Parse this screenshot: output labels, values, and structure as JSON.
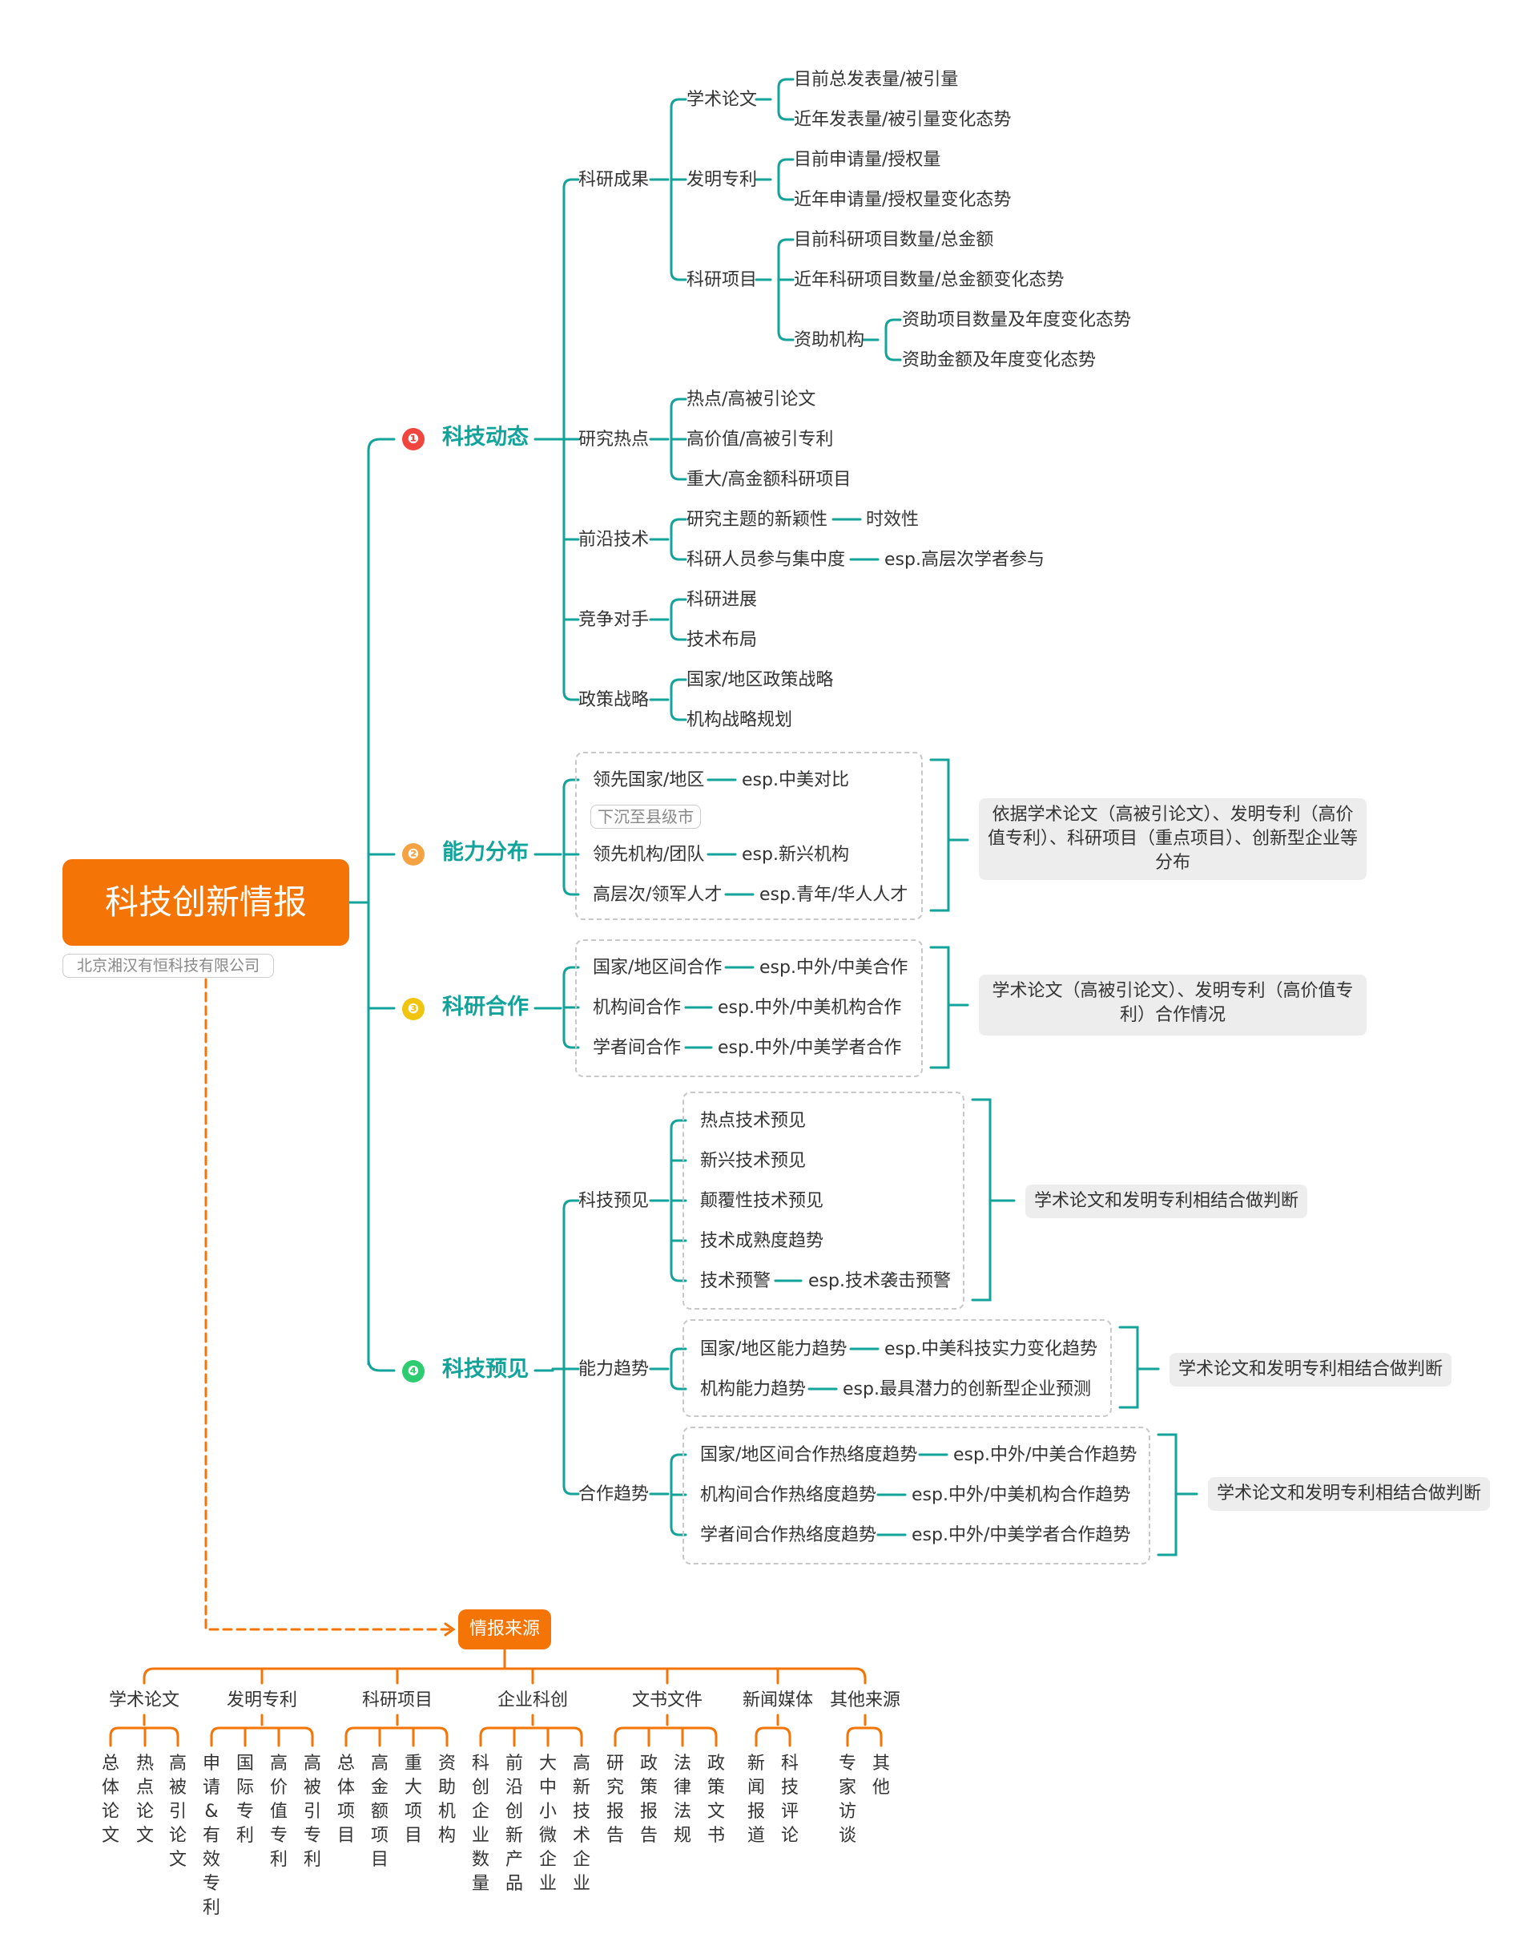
{
  "root": {
    "title": "科技创新情报",
    "company": "北京湘汉有恒科技有限公司"
  },
  "branches": {
    "tech_dynamics": {
      "number": "❶",
      "title": "科技动态",
      "research_results": {
        "label": "科研成果",
        "papers": {
          "label": "学术论文",
          "items": [
            "目前总发表量/被引量",
            "近年发表量/被引量变化态势"
          ]
        },
        "patents": {
          "label": "发明专利",
          "items": [
            "目前申请量/授权量",
            "近年申请量/授权量变化态势"
          ]
        },
        "projects": {
          "label": "科研项目",
          "items": [
            "目前科研项目数量/总金额",
            "近年科研项目数量/总金额变化态势"
          ],
          "funders": {
            "label": "资助机构",
            "items": [
              "资助项目数量及年度变化态势",
              "资助金额及年度变化态势"
            ]
          }
        }
      },
      "hotspots": {
        "label": "研究热点",
        "items": [
          "热点/高被引论文",
          "高价值/高被引专利",
          "重大/高金额科研项目"
        ]
      },
      "frontier": {
        "label": "前沿技术",
        "items": [
          {
            "label": "研究主题的新颖性",
            "note": "时效性"
          },
          {
            "label": "科研人员参与集中度",
            "note": "esp.高层次学者参与"
          }
        ]
      },
      "competitors": {
        "label": "竞争对手",
        "items": [
          "科研进展",
          "技术布局"
        ]
      },
      "policy": {
        "label": "政策战略",
        "items": [
          "国家/地区政策战略",
          "机构战略规划"
        ]
      }
    },
    "capability": {
      "number": "❷",
      "title": "能力分布",
      "items": [
        {
          "label": "领先国家/地区",
          "note": "esp.中美对比"
        },
        {
          "label": "领先机构/团队",
          "note": "esp.新兴机构"
        },
        {
          "label": "高层次/领军人才",
          "note": "esp.青年/华人人才"
        }
      ],
      "tag": "下沉至县级市",
      "summary": "依据学术论文（高被引论文）、发明专利（高价值专利）、科研项目（重点项目）、创新型企业等分布"
    },
    "cooperation": {
      "number": "❸",
      "title": "科研合作",
      "items": [
        {
          "label": "国家/地区间合作",
          "note": "esp.中外/中美合作"
        },
        {
          "label": "机构间合作",
          "note": "esp.中外/中美机构合作"
        },
        {
          "label": "学者间合作",
          "note": "esp.中外/中美学者合作"
        }
      ],
      "summary": "学术论文（高被引论文）、发明专利（高价值专利）合作情况"
    },
    "foresight": {
      "number": "❹",
      "title": "科技预见",
      "tech_foresight": {
        "label": "科技预见",
        "items": [
          {
            "label": "热点技术预见",
            "note": ""
          },
          {
            "label": "新兴技术预见",
            "note": ""
          },
          {
            "label": "颠覆性技术预见",
            "note": ""
          },
          {
            "label": "技术成熟度趋势",
            "note": ""
          },
          {
            "label": "技术预警",
            "note": "esp.技术袭击预警"
          }
        ],
        "summary": "学术论文和发明专利相结合做判断"
      },
      "capability_trend": {
        "label": "能力趋势",
        "items": [
          {
            "label": "国家/地区能力趋势",
            "note": "esp.中美科技实力变化趋势"
          },
          {
            "label": "机构能力趋势",
            "note": "esp.最具潜力的创新型企业预测"
          }
        ],
        "summary": "学术论文和发明专利相结合做判断"
      },
      "cooperation_trend": {
        "label": "合作趋势",
        "items": [
          {
            "label": "国家/地区间合作热络度趋势",
            "note": "esp.中外/中美合作趋势"
          },
          {
            "label": "机构间合作热络度趋势",
            "note": "esp.中外/中美机构合作趋势"
          },
          {
            "label": "学者间合作热络度趋势",
            "note": "esp.中外/中美学者合作趋势"
          }
        ],
        "summary": "学术论文和发明专利相结合做判断"
      }
    }
  },
  "sources": {
    "title": "情报来源",
    "groups": [
      {
        "label": "学术论文",
        "items": [
          "总体论文",
          "热点论文",
          "高被引论文"
        ]
      },
      {
        "label": "发明专利",
        "items": [
          "申请&有效专利",
          "国际专利",
          "高价值专利",
          "高被引专利"
        ]
      },
      {
        "label": "科研项目",
        "items": [
          "总体项目",
          "高金额项目",
          "重大项目",
          "资助机构"
        ]
      },
      {
        "label": "企业科创",
        "items": [
          "科创企业数量",
          "前沿创新产品",
          "大中小微企业",
          "高新技术企业"
        ]
      },
      {
        "label": "文书文件",
        "items": [
          "研究报告",
          "政策报告",
          "法律法规",
          "政策文书"
        ]
      },
      {
        "label": "新闻媒体",
        "items": [
          "新闻报道",
          "科技评论"
        ]
      },
      {
        "label": "其他来源",
        "items": [
          "专家访谈",
          "其他"
        ]
      }
    ]
  },
  "colors": {
    "teal": "#12a39b",
    "orange": "#f47406",
    "badge1": "#f1463f",
    "badge2": "#f5a342",
    "badge3": "#f1c40f",
    "badge4": "#2ecc71"
  }
}
